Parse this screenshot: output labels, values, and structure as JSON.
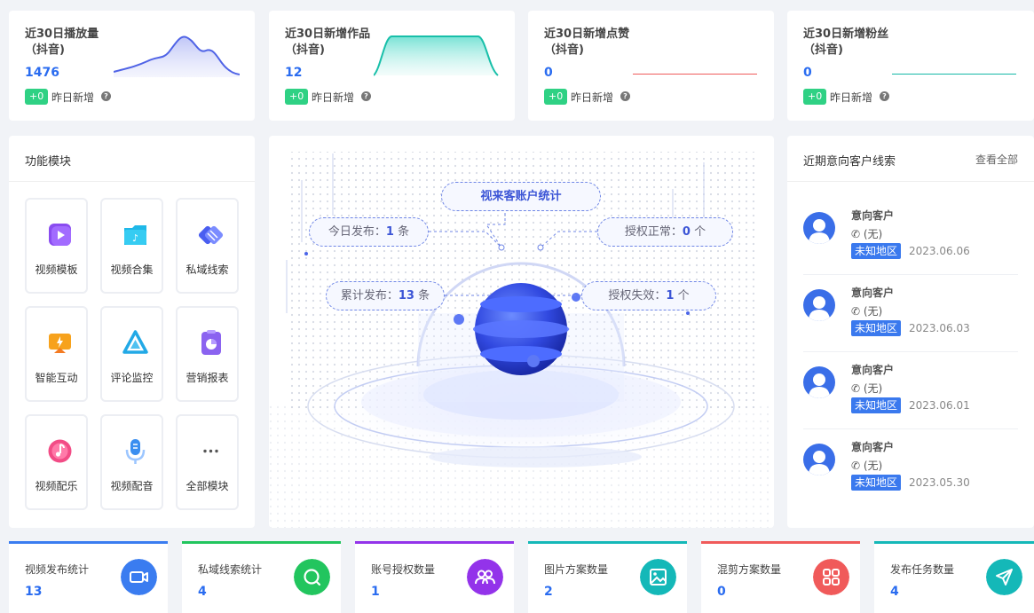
{
  "stats": [
    {
      "title_line1": "近30日播放量",
      "title_line2": "（抖音)",
      "value": "1476",
      "badge": "+0",
      "yesterday": "昨日新增",
      "help": "?"
    },
    {
      "title_line1": "近30日新增作品",
      "title_line2": "（抖音)",
      "value": "12",
      "badge": "+0",
      "yesterday": "昨日新增",
      "help": "?"
    },
    {
      "title_line1": "近30日新增点赞",
      "title_line2": "（抖音)",
      "value": "0",
      "badge": "+0",
      "yesterday": "昨日新增",
      "help": "?"
    },
    {
      "title_line1": "近30日新增粉丝",
      "title_line2": "（抖音)",
      "value": "0",
      "badge": "+0",
      "yesterday": "昨日新增",
      "help": "?"
    }
  ],
  "modules": {
    "title": "功能模块",
    "items": [
      {
        "label": "视频模板",
        "icon": "video-template-icon",
        "color": "#8a4cf0"
      },
      {
        "label": "视频合集",
        "icon": "video-collection-icon",
        "color": "#1fb8e8"
      },
      {
        "label": "私域线索",
        "icon": "private-leads-icon",
        "color": "#4a5ef0"
      },
      {
        "label": "智能互动",
        "icon": "smart-interaction-icon",
        "color": "#f7a21c"
      },
      {
        "label": "评论监控",
        "icon": "comment-monitor-icon",
        "color": "#22a9e6"
      },
      {
        "label": "营销报表",
        "icon": "marketing-report-icon",
        "color": "#8b63f0"
      },
      {
        "label": "视频配乐",
        "icon": "music-icon",
        "color": "#f24c86"
      },
      {
        "label": "视频配音",
        "icon": "microphone-icon",
        "color": "#3a8ef0"
      },
      {
        "label": "全部模块",
        "icon": "more-icon",
        "color": "#666666"
      }
    ]
  },
  "center": {
    "title": "视来客账户统计",
    "today_label": "今日发布：",
    "today_value": "1",
    "today_unit": " 条",
    "auth_ok_label": "授权正常：",
    "auth_ok_value": "0",
    "auth_ok_unit": " 个",
    "total_label": "累计发布：",
    "total_value": "13",
    "total_unit": " 条",
    "auth_fail_label": "授权失效：",
    "auth_fail_value": "1",
    "auth_fail_unit": " 个"
  },
  "leads": {
    "title": "近期意向客户线索",
    "view_all": "查看全部",
    "items": [
      {
        "name": "意向客户",
        "phone": "(无)",
        "region": "未知地区",
        "date": "2023.06.06"
      },
      {
        "name": "意向客户",
        "phone": "(无)",
        "region": "未知地区",
        "date": "2023.06.03"
      },
      {
        "name": "意向客户",
        "phone": "(无)",
        "region": "未知地区",
        "date": "2023.06.01"
      },
      {
        "name": "意向客户",
        "phone": "(无)",
        "region": "未知地区",
        "date": "2023.05.30"
      }
    ]
  },
  "bottom": [
    {
      "label": "视频发布统计",
      "value": "13",
      "color": "#3a7cf0",
      "icon": "video-camera-icon"
    },
    {
      "label": "私域线索统计",
      "value": "4",
      "color": "#22c55e",
      "icon": "search-icon"
    },
    {
      "label": "账号授权数量",
      "value": "1",
      "color": "#9333ea",
      "icon": "users-icon"
    },
    {
      "label": "图片方案数量",
      "value": "2",
      "color": "#14b8b8",
      "icon": "image-icon"
    },
    {
      "label": "混剪方案数量",
      "value": "0",
      "color": "#f05a5a",
      "icon": "grid-icon"
    },
    {
      "label": "发布任务数量",
      "value": "4",
      "color": "#14b8b8",
      "icon": "send-icon"
    }
  ]
}
